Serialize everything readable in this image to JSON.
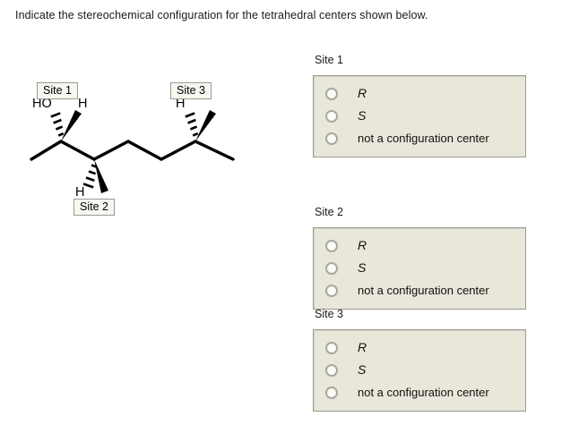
{
  "prompt": "Indicate the stereochemical configuration for the tetrahedral centers shown below.",
  "molecule": {
    "name": "stereochemistry-skeletal-structure",
    "site_tags": [
      {
        "label": "Site 1"
      },
      {
        "label": "Site 2"
      },
      {
        "label": "Site 3"
      }
    ],
    "atom_labels": {
      "hydroxyl": "HO",
      "hydrogen_site1": "H",
      "hydrogen_site2": "H",
      "hydrogen_site3": "H"
    }
  },
  "questions": [
    {
      "heading": "Site 1",
      "options": [
        {
          "label": "R",
          "style": "sym"
        },
        {
          "label": "S",
          "style": "sym"
        },
        {
          "label": "not a configuration center",
          "style": "plain"
        }
      ]
    },
    {
      "heading": "Site 2",
      "options": [
        {
          "label": "R",
          "style": "sym"
        },
        {
          "label": "S",
          "style": "sym"
        },
        {
          "label": "not a configuration center",
          "style": "plain"
        }
      ]
    },
    {
      "heading": "Site 3",
      "options": [
        {
          "label": "R",
          "style": "sym"
        },
        {
          "label": "S",
          "style": "sym"
        },
        {
          "label": "not a configuration center",
          "style": "plain"
        }
      ]
    }
  ],
  "colors": {
    "option_box_background": "#e9e7da",
    "option_box_border": "#9b9b93",
    "site_tag_background": "#f7f7f2",
    "site_tag_border": "#9a9a92",
    "radio_border": "#a8a89e",
    "page_background": "#ffffff",
    "text": "#000000"
  }
}
